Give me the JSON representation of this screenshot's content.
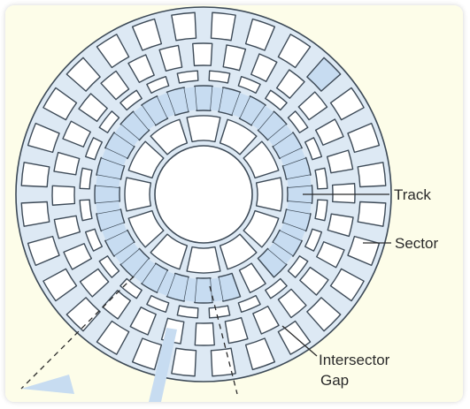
{
  "colors": {
    "background": "#fdfde9",
    "platter_line": "#3d4a57",
    "slot_fill": "#ffffff",
    "platter_fill": "#dde9f4",
    "highlight": "#c7dcf1"
  },
  "labels": {
    "track": "Track",
    "sector": "Sector",
    "gap_line1": "Intersector",
    "gap_line2": "Gap"
  }
}
